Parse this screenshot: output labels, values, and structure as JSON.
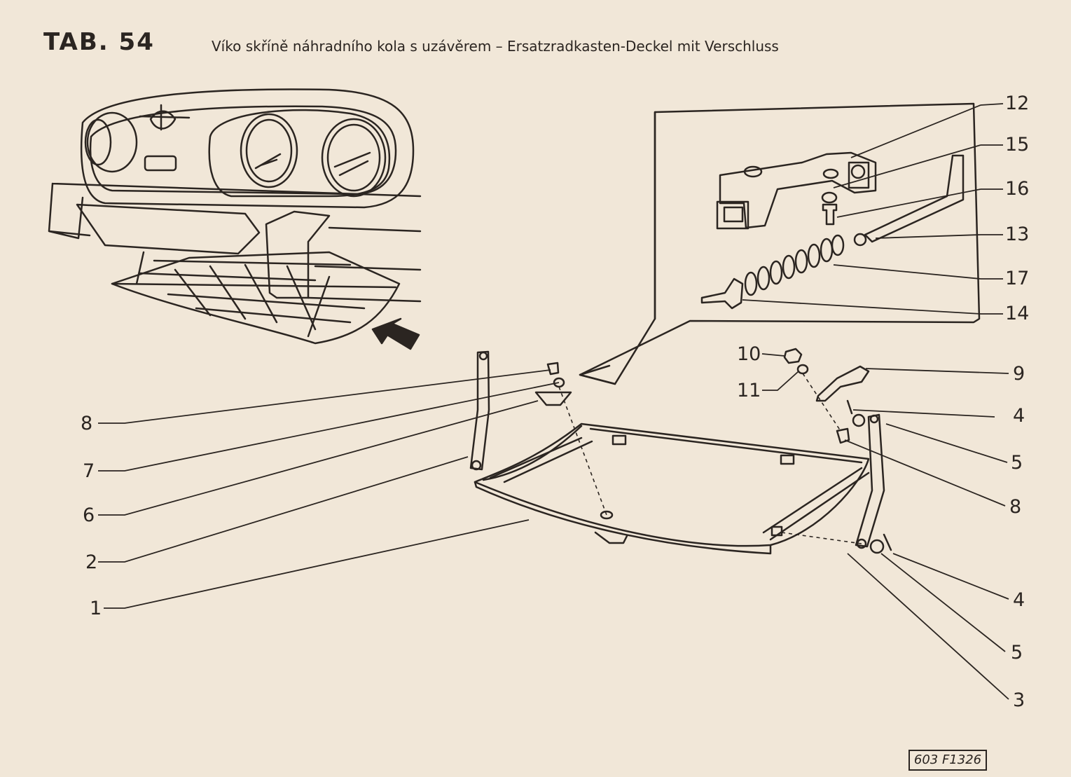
{
  "header": {
    "tab_label": "TAB. 54",
    "title": "Víko skříně náhradního kola s uzávěrem – Ersatzradkasten-Deckel mit Verschluss"
  },
  "callouts": {
    "c12": "12",
    "c15": "15",
    "c16": "16",
    "c13": "13",
    "c17": "17",
    "c14": "14",
    "c10": "10",
    "c11": "11",
    "c9": "9",
    "c4a": "4",
    "c5a": "5",
    "c8r": "8",
    "c4b": "4",
    "c5b": "5",
    "c3": "3",
    "c8l": "8",
    "c7": "7",
    "c6": "6",
    "c2": "2",
    "c1": "1"
  },
  "footer": {
    "reference_code": "603 F1326"
  }
}
